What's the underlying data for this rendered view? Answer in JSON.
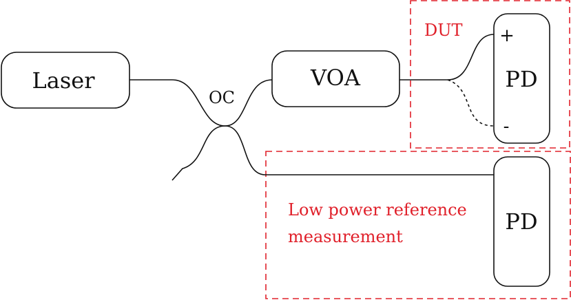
{
  "diagram": {
    "nodes": {
      "laser": "Laser",
      "coupler": "OC",
      "voa": "VOA",
      "pd_dut": "PD",
      "pd_ref": "PD"
    },
    "terminals": {
      "plus": "+",
      "minus": "-"
    },
    "regions": {
      "dut": "DUT",
      "reference_line1": "Low power reference",
      "reference_line2": "measurement"
    },
    "colors": {
      "outline": "#111111",
      "region": "#e0202a"
    }
  }
}
